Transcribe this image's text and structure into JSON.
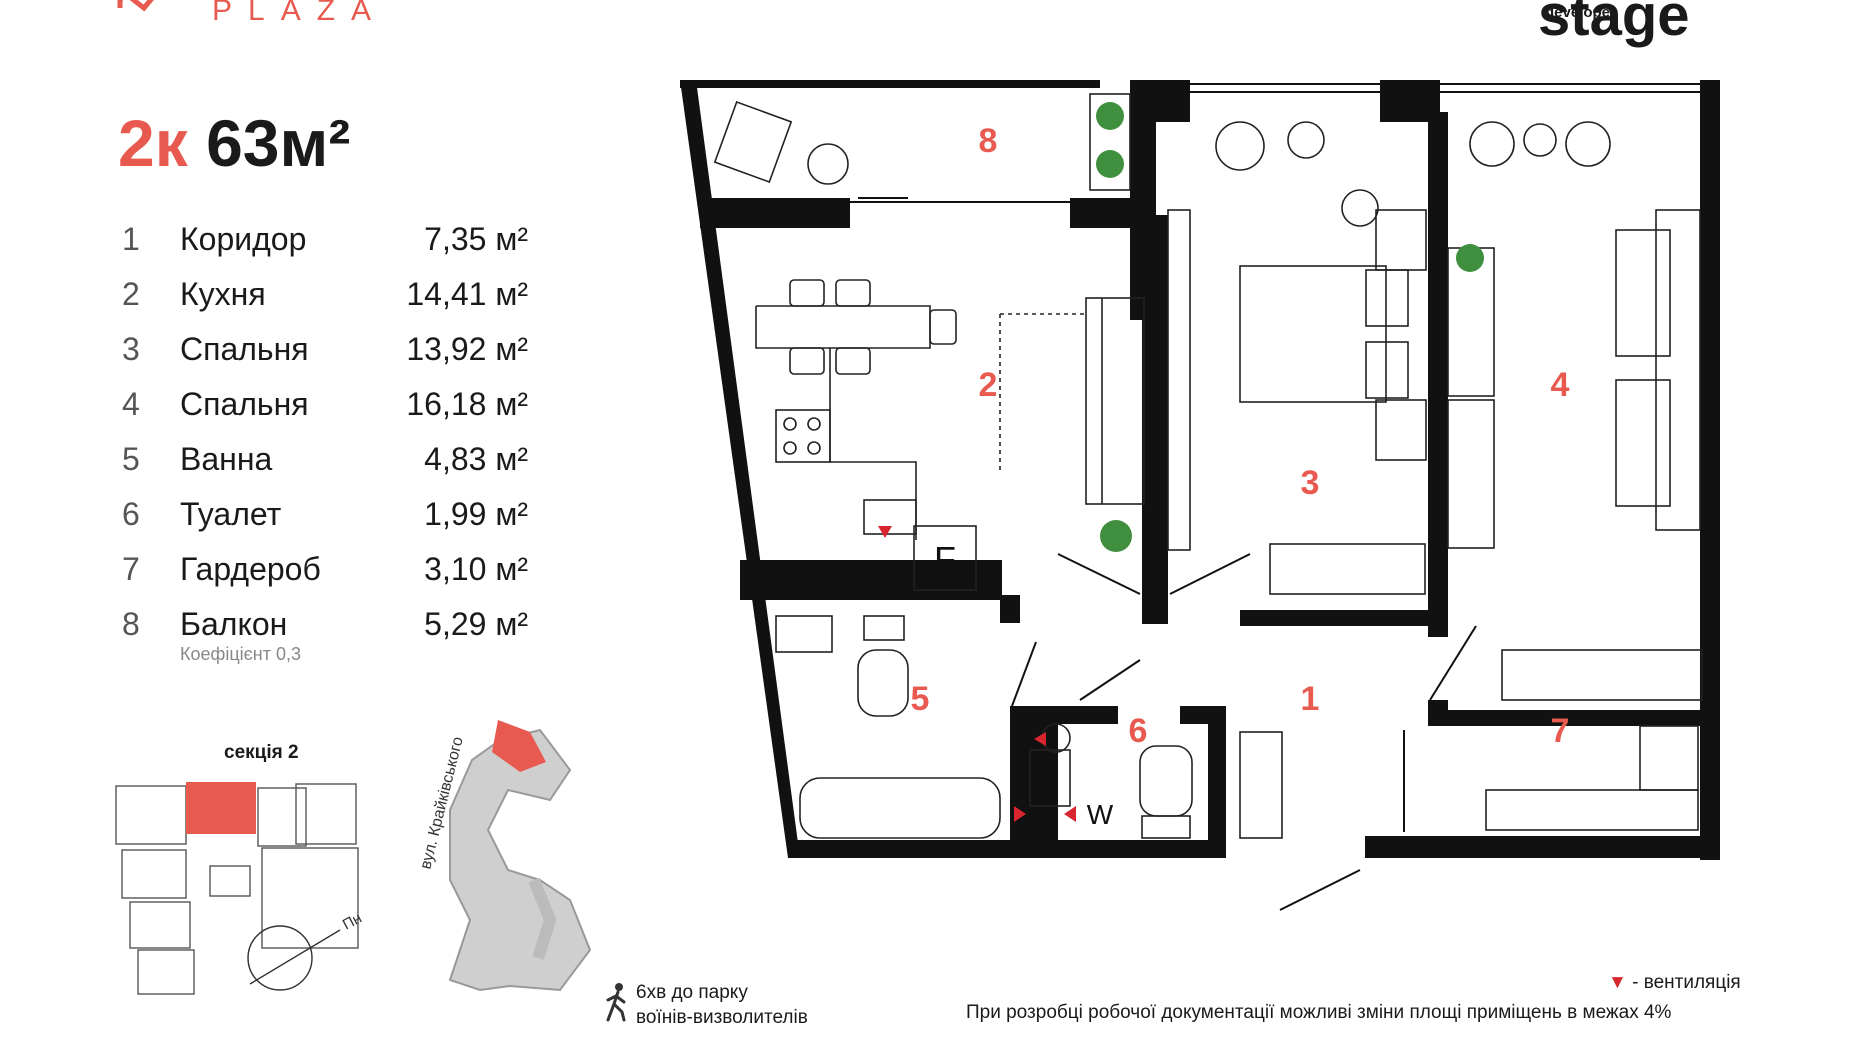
{
  "brand": {
    "name": "PLAZA",
    "developer_mark": "stage",
    "developer_label": "developer"
  },
  "apartment": {
    "rooms_label": "2к",
    "area_label": "63м²"
  },
  "rooms": [
    {
      "num": "1",
      "name": "Коридор",
      "area": "7,35 м²"
    },
    {
      "num": "2",
      "name": "Кухня",
      "area": "14,41 м²"
    },
    {
      "num": "3",
      "name": "Спальня",
      "area": "13,92 м²"
    },
    {
      "num": "4",
      "name": "Спальня",
      "area": "16,18 м²"
    },
    {
      "num": "5",
      "name": "Ванна",
      "area": "4,83 м²"
    },
    {
      "num": "6",
      "name": "Туалет",
      "area": "1,99 м²"
    },
    {
      "num": "7",
      "name": "Гардероб",
      "area": "3,10 м²"
    },
    {
      "num": "8",
      "name": "Балкон",
      "area": "5,29 м²"
    }
  ],
  "balcony_coef": "Коефіцієнт 0,3",
  "plan_labels": {
    "r1": "1",
    "r2": "2",
    "r3": "3",
    "r4": "4",
    "r5": "5",
    "r6": "6",
    "r7": "7",
    "r8": "8",
    "fridge": "F",
    "washer": "W"
  },
  "section_label": "секція 2",
  "street_label": "вул. Крайківського",
  "north_label": "Пн",
  "park_note": {
    "line1": "6хв до парку",
    "line2": "воїнів-визволителів"
  },
  "legend": {
    "vent_symbol": "▼",
    "vent_text": "- вентиляція"
  },
  "footnote": "При розробці робочої документації можливі зміни площі приміщень в межах 4%",
  "colors": {
    "accent": "#e85a4f",
    "wall": "#111111",
    "vent": "#d8262f",
    "section_fill": "#e85a4f"
  },
  "icons": [
    "logo-icon",
    "walking-person-icon",
    "compass-icon",
    "plant-icon",
    "ventilation-icon"
  ]
}
